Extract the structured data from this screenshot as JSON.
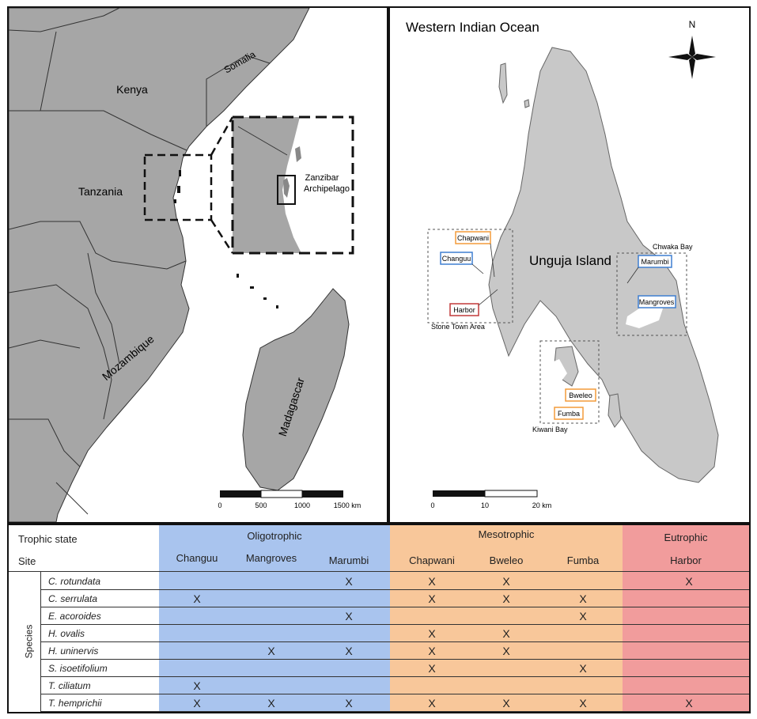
{
  "left_map": {
    "countries": {
      "kenya": "Kenya",
      "somalia": "Somalia",
      "tanzania": "Tanzania",
      "mozambique": "Mozambique",
      "madagascar": "Madagascar"
    },
    "inset_label_1": "Zanzibar",
    "inset_label_2": "Archipelago",
    "scale": {
      "ticks": [
        "0",
        "500",
        "1000",
        "1500 km"
      ]
    }
  },
  "right_map": {
    "title": "Western Indian Ocean",
    "north": "N",
    "island": "Unguja Island",
    "areas": {
      "stone_town": "Stone Town Area",
      "chwaka": "Chwaka Bay",
      "kiwani": "Kiwani Bay"
    },
    "sites": {
      "chapwani": "Chapwani",
      "changuu": "Changuu",
      "harbor": "Harbor",
      "marumbi": "Marumbi",
      "mangroves": "Mangroves",
      "bweleo": "Bweleo",
      "fumba": "Fumba"
    },
    "scale": {
      "ticks": [
        "0",
        "10",
        "20 km"
      ]
    }
  },
  "colors": {
    "oligotrophic": "#a9c4ee",
    "mesotrophic": "#f8c79a",
    "eutrophic": "#f19c9c",
    "land": "#c8c8c8",
    "land_dark": "#a6a6a6"
  },
  "table": {
    "trophic_label": "Trophic state",
    "site_label": "Site",
    "species_label": "Species",
    "groups": [
      {
        "name": "Oligotrophic",
        "sites": [
          "Changuu",
          "Mangroves",
          "Marumbi"
        ]
      },
      {
        "name": "Mesotrophic",
        "sites": [
          "Chapwani",
          "Bweleo",
          "Fumba"
        ]
      },
      {
        "name": "Eutrophic",
        "sites": [
          "Harbor"
        ]
      }
    ],
    "mark": "X",
    "species": [
      {
        "name": "C. rotundata",
        "present": [
          0,
          0,
          1,
          1,
          1,
          0,
          1
        ]
      },
      {
        "name": "C. serrulata",
        "present": [
          1,
          0,
          0,
          1,
          1,
          1,
          0
        ]
      },
      {
        "name": "E. acoroides",
        "present": [
          0,
          0,
          1,
          0,
          0,
          1,
          0
        ]
      },
      {
        "name": "H. ovalis",
        "present": [
          0,
          0,
          0,
          1,
          1,
          0,
          0
        ]
      },
      {
        "name": "H. uninervis",
        "present": [
          0,
          1,
          1,
          1,
          1,
          0,
          0
        ]
      },
      {
        "name": "S. isoetifolium",
        "present": [
          0,
          0,
          0,
          1,
          0,
          1,
          0
        ]
      },
      {
        "name": "T. ciliatum",
        "present": [
          1,
          0,
          0,
          0,
          0,
          0,
          0
        ]
      },
      {
        "name": "T. hemprichii",
        "present": [
          1,
          1,
          1,
          1,
          1,
          1,
          1
        ]
      }
    ]
  }
}
